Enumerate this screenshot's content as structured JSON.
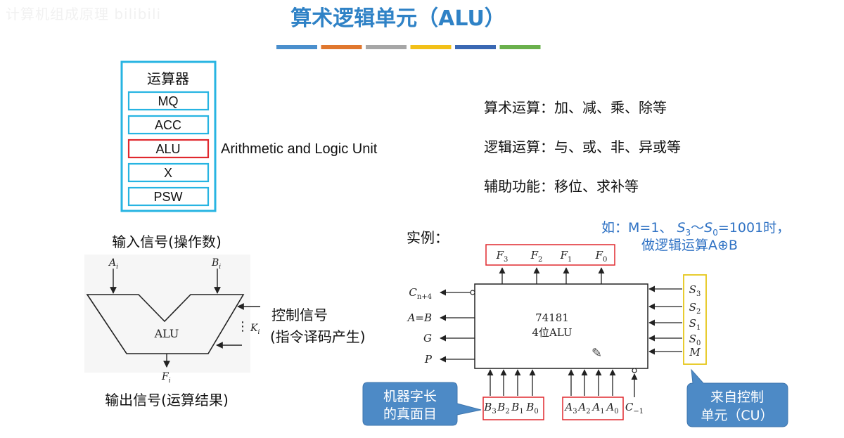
{
  "watermark": "计算机组成原理  bilibili",
  "title": "算术逻辑单元（ALU）",
  "colors": {
    "title": "#2f82c6",
    "bars": [
      "#4a8fcd",
      "#e0772e",
      "#a6a6a6",
      "#f2c018",
      "#3a68b3",
      "#6ab04c"
    ],
    "cyan": "#27b4e2",
    "red": "#e0282e",
    "yellow": "#e6c619",
    "note_blue": "#2f72c4",
    "callout_fill": "#4d8ac6"
  },
  "cpu_box": {
    "title": "运算器",
    "registers": [
      "MQ",
      "ACC",
      "ALU",
      "X",
      "PSW"
    ],
    "highlight_index": 2
  },
  "alu_full_name": "Arithmetic and Logic Unit",
  "functions": [
    "算术运算：加、减、乘、除等",
    "逻辑运算：与、或、非、异或等",
    "辅助功能：移位、求补等"
  ],
  "alu_diagram": {
    "input_label": "输入信号(操作数)",
    "output_label": "输出信号(运算结果)",
    "in_a": "A",
    "in_a_sub": "i",
    "in_b": "B",
    "in_b_sub": "i",
    "ctrl": "K",
    "ctrl_sub": "i",
    "out": "F",
    "out_sub": "i",
    "center": "ALU",
    "ctrl_label_1": "控制信号",
    "ctrl_label_2": "(指令译码产生)",
    "dots": "⋮"
  },
  "example": {
    "label": "实例：",
    "note_line1_a": "如：M=1、 ",
    "note_s3": "S",
    "note_s3_sub": "3",
    "note_tilde": "～",
    "note_s0": "S",
    "note_s0_sub": "0",
    "note_line1_b": "=1001时，",
    "note_line2": "做逻辑运算A⊕B",
    "chip_name": "74181",
    "chip_desc": "4位ALU",
    "pencil_icon": "✎",
    "outputs": [
      {
        "main": "F",
        "sub": "3"
      },
      {
        "main": "F",
        "sub": "2"
      },
      {
        "main": "F",
        "sub": "1"
      },
      {
        "main": "F",
        "sub": "0"
      }
    ],
    "left_signals": [
      {
        "main": "C",
        "sub": "n+4"
      },
      {
        "main": "A=B",
        "sub": ""
      },
      {
        "main": "G",
        "sub": ""
      },
      {
        "main": "P",
        "sub": ""
      }
    ],
    "right_signals": [
      {
        "main": "S",
        "sub": "3"
      },
      {
        "main": "S",
        "sub": "2"
      },
      {
        "main": "S",
        "sub": "1"
      },
      {
        "main": "S",
        "sub": "0"
      },
      {
        "main": "M",
        "sub": ""
      }
    ],
    "b_inputs": [
      {
        "main": "B",
        "sub": "3"
      },
      {
        "main": "B",
        "sub": "2"
      },
      {
        "main": "B",
        "sub": "1"
      },
      {
        "main": "B",
        "sub": "0"
      }
    ],
    "a_inputs": [
      {
        "main": "A",
        "sub": "3"
      },
      {
        "main": "A",
        "sub": "2"
      },
      {
        "main": "A",
        "sub": "1"
      },
      {
        "main": "A",
        "sub": "0"
      }
    ],
    "carry_in": {
      "main": "C",
      "sub": "−1"
    },
    "callout_left": [
      "机器字长",
      "的真面目"
    ],
    "callout_right": [
      "来自控制",
      "单元（CU）"
    ]
  }
}
